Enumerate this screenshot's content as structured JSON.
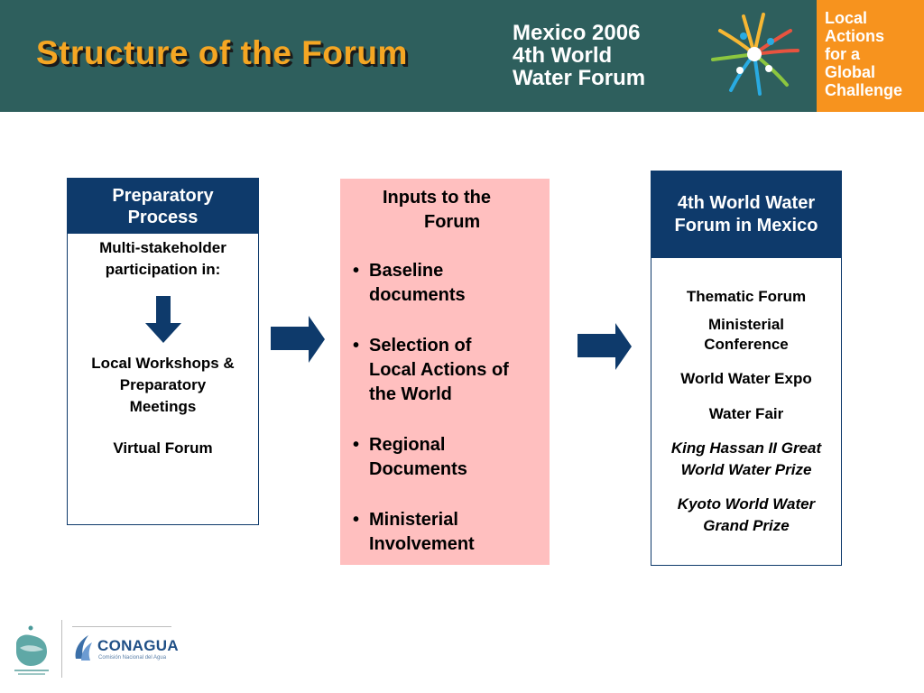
{
  "header": {
    "title": "Structure of the Forum",
    "event_lines": [
      "Mexico 2006",
      "4th World",
      "Water Forum"
    ],
    "tagline_lines": [
      "Local",
      "Actions",
      "for a",
      "Global",
      "Challenge"
    ]
  },
  "preparatory": {
    "heading_lines": [
      "Preparatory",
      "Process"
    ],
    "intro_lines": [
      "Multi-stakeholder",
      "participation in:"
    ],
    "workshops_lines": [
      "Local Workshops &",
      "Preparatory",
      "Meetings"
    ],
    "virtual": "Virtual Forum"
  },
  "inputs": {
    "heading_lines": [
      "Inputs to the",
      "Forum"
    ],
    "items": [
      {
        "lines": [
          "Baseline",
          "documents"
        ]
      },
      {
        "lines": [
          "Selection of",
          "Local Actions of",
          "the World"
        ]
      },
      {
        "lines": [
          "Regional",
          "Documents"
        ]
      },
      {
        "lines": [
          "Ministerial",
          "Involvement"
        ]
      }
    ]
  },
  "forum": {
    "heading_lines": [
      "4th World Water",
      "Forum in Mexico"
    ],
    "items": [
      {
        "lines": [
          "Thematic Forum"
        ]
      },
      {
        "lines": [
          "Ministerial",
          "Conference"
        ]
      },
      {
        "lines": [
          "World Water Expo"
        ]
      },
      {
        "lines": [
          "Water Fair"
        ]
      },
      {
        "lines": [
          "King Hassan II Great",
          "World Water Prize"
        ]
      },
      {
        "lines": [
          "Kyoto World Water",
          "Grand Prize"
        ]
      }
    ]
  },
  "footer": {
    "conagua_name": "CONAGUA",
    "conagua_sub": "Comisión Nacional del Agua"
  },
  "colors": {
    "header_bg": "#2e5f5d",
    "title": "#f5a623",
    "tagline_bg": "#f7931e",
    "navy": "#0e3a6b",
    "inputs_bg": "#ffbfbf"
  }
}
